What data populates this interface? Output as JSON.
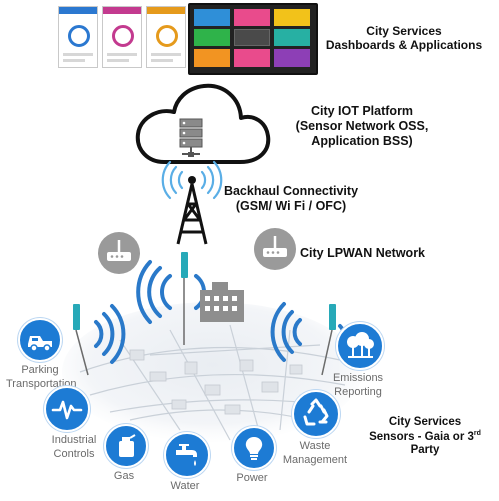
{
  "dashboards": {
    "title_line1": "City Services",
    "title_line2": "Dashboards & Applications",
    "cards": [
      {
        "color": "#2b78d0"
      },
      {
        "color": "#c33a8f"
      },
      {
        "color": "#e59a1c"
      }
    ],
    "tiles": [
      {
        "color": "#2f8fd8"
      },
      {
        "color": "#e94b8c"
      },
      {
        "color": "#f2c21a"
      },
      {
        "color": "#2fb34a"
      },
      {
        "color": "#4a4a4a"
      },
      {
        "color": "#27b0a3"
      },
      {
        "color": "#f29422"
      },
      {
        "color": "#e94b8c"
      },
      {
        "color": "#8d3fb6"
      }
    ]
  },
  "iot_platform": {
    "line1": "City IOT Platform",
    "line2": "(Sensor Network OSS,",
    "line3": "Application BSS)"
  },
  "backhaul": {
    "line1": "Backhaul Connectivity",
    "line2": "(GSM/ Wi Fi / OFC)"
  },
  "lpwan": {
    "label": "City LPWAN Network"
  },
  "sensors_caption": {
    "line1": "City Services",
    "line2_prefix": "Sensors - Gaia or 3",
    "line2_sup": "rd",
    "line2_suffix": " Party"
  },
  "services": {
    "parking": "Parking\nTransportation",
    "industrial": "Industrial\nControls",
    "gas": "Gas",
    "water": "Water",
    "power": "Power",
    "waste": "Waste\nManagement",
    "emissions": "Emissions\nReporting"
  },
  "colors": {
    "accent_blue": "#1d7bd4",
    "gateway_gray": "#9a9a9a",
    "signal_blue": "#2a79c9",
    "sensor_teal": "#27a9b8"
  },
  "icons": {
    "cloud": "cloud-icon",
    "server": "server-icon",
    "tower": "cell-tower-icon",
    "gateway": "router-icon",
    "building": "building-icon"
  }
}
